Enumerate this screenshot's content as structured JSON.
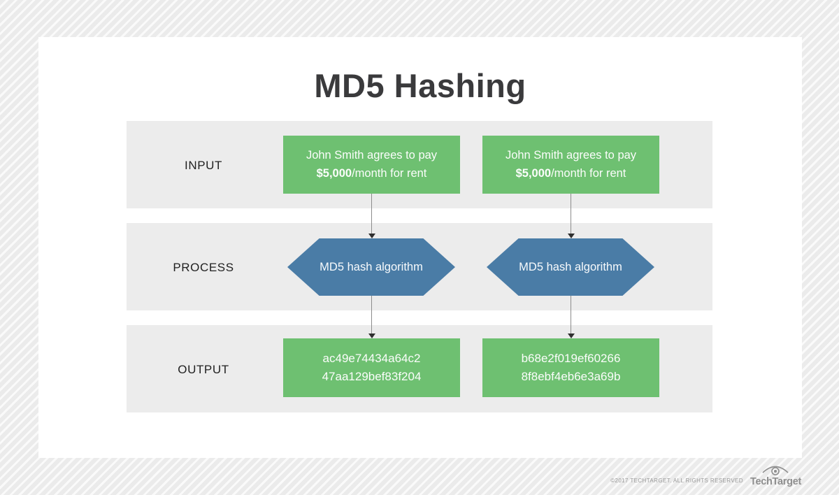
{
  "title": "MD5 Hashing",
  "rows": {
    "input_label": "INPUT",
    "process_label": "PROCESS",
    "output_label": "OUTPUT"
  },
  "columns": [
    {
      "input_line1": "John Smith agrees to pay",
      "input_amount": "$5,000",
      "input_rest": "/month for rent",
      "process": "MD5 hash algorithm",
      "output_line1": "ac49e74434a64c2",
      "output_line2": "47aa129bef83f204"
    },
    {
      "input_line1": "John Smith agrees to pay",
      "input_amount": "$5,000",
      "input_rest": "/month for rent",
      "process": "MD5 hash algorithm",
      "output_line1": "b68e2f019ef60266",
      "output_line2": "8f8ebf4eb6e3a69b"
    }
  ],
  "footer": {
    "copyright": "©2017 TECHTARGET. ALL RIGHTS RESERVED",
    "logo_text": "TechTarget"
  },
  "colors": {
    "green": "#6ec071",
    "blue": "#4a7ca6",
    "band": "#ececec",
    "card": "#ffffff",
    "title_text": "#3a3a3c",
    "arrow_line": "#8c8c8c",
    "arrow_head": "#2f2f2f",
    "footer_gray": "#9a9a9a"
  }
}
